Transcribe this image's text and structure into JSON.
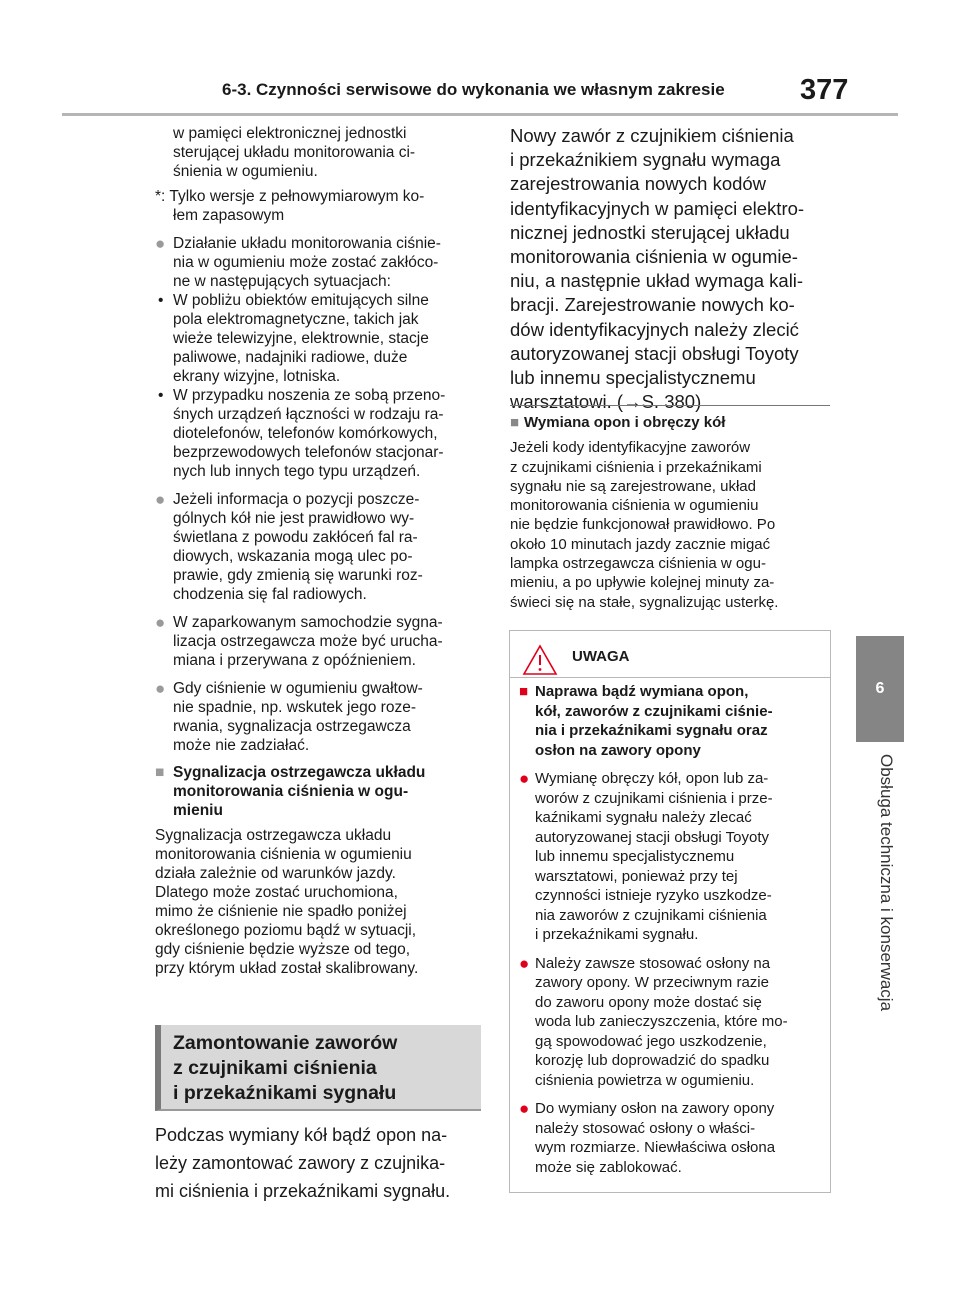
{
  "header": {
    "title": "6-3. Czynności serwisowe do wykonania we własnym zakresie",
    "page_number": "377"
  },
  "side_tab": {
    "number": "6",
    "label": "Obsługa techniczna i konserwacja"
  },
  "left": {
    "cont_lines": [
      "w pamięci elektronicznej jednostki",
      "sterującej układu monitorowania ci-",
      "śnienia w ogumieniu."
    ],
    "note_lines": [
      "*: Tylko wersje z pełnowymiarowym ko-",
      "łem zapasowym"
    ],
    "b1_lines": [
      "Działanie układu monitorowania ciśnie-",
      "nia w ogumieniu może zostać zakłóco-",
      "ne w następujących sytuacjach:"
    ],
    "sub1_lines": [
      "W pobliżu obiektów emitujących silne",
      "pola elektromagnetyczne, takich jak",
      "wieże telewizyjne, elektrownie, stacje",
      "paliwowe, nadajniki radiowe, duże",
      "ekrany wizyjne, lotniska."
    ],
    "sub2_lines": [
      "W przypadku noszenia ze sobą przeno-",
      "śnych urządzeń łączności w rodzaju ra-",
      "diotelefonów, telefonów komórkowych,",
      "bezprzewodowych telefonów stacjonar-",
      "nych lub innych tego typu urządzeń."
    ],
    "b2_lines": [
      "Jeżeli informacja o pozycji poszcze-",
      "gólnych kół nie jest prawidłowo wy-",
      "świetlana z powodu zakłóceń fal ra-",
      "diowych, wskazania mogą ulec po-",
      "prawie, gdy zmienią się warunki roz-",
      "chodzenia się fal radiowych."
    ],
    "b3_lines": [
      "W zaparkowanym samochodzie sygna-",
      "lizacja ostrzegawcza może być urucha-",
      "miana i przerywana z opóźnieniem."
    ],
    "b4_lines": [
      "Gdy ciśnienie w ogumieniu gwałtow-",
      "nie spadnie, np. wskutek jego roze-",
      "rwania, sygnalizacja ostrzegawcza",
      "może nie zadziałać."
    ],
    "sec_lines": [
      "Sygnalizacja ostrzegawcza układu",
      "monitorowania ciśnienia w ogu-",
      "mieniu"
    ],
    "para_lines": [
      "Sygnalizacja ostrzegawcza układu",
      "monitorowania ciśnienia w ogumieniu",
      "działa zależnie od warunków jazdy.",
      "Dlatego może zostać uruchomiona,",
      "mimo że ciśnienie nie spadło poniżej",
      "określonego poziomu bądź w sytuacji,",
      "gdy ciśnienie będzie wyższe od tego,",
      "przy którym układ został skalibrowany."
    ],
    "banner_lines": [
      "Zamontowanie zaworów",
      "z czujnikami ciśnienia",
      "i przekaźnikami sygnału"
    ],
    "install_lines": [
      "Podczas wymiany kół bądź opon na-",
      "leży zamontować zawory z czujnika-",
      "mi ciśnienia i przekaźnikami sygnału."
    ]
  },
  "right": {
    "top_lines": [
      "Nowy zawór z czujnikiem ciśnienia",
      "i przekaźnikiem sygnału wymaga",
      "zarejestrowania nowych kodów",
      "identyfikacyjnych w pamięci elektro-",
      "nicznej jednostki sterującej układu",
      "monitorowania ciśnienia w ogumie-",
      "niu, a następnie układ wymaga kali-",
      "bracji. Zarejestrowanie nowych ko-",
      "dów identyfikacyjnych należy zlecić",
      "autoryzowanej stacji obsługi Toyoty",
      "lub innemu specjalistycznemu",
      "warsztatowi. (→S. 380)"
    ],
    "sec_heading": "Wymiana opon i obręczy kół",
    "sec_lines": [
      "Jeżeli kody identyfikacyjne zaworów",
      "z czujnikami ciśnienia i przekaźnikami",
      "sygnału nie są zarejestrowane, układ",
      "monitorowania ciśnienia w ogumieniu",
      "nie będzie funkcjonował prawidłowo. Po",
      "około 10 minutach jazdy zacznie migać",
      "lampka ostrzegawcza ciśnienia w ogu-",
      "mieniu, a po upływie kolejnej minuty za-",
      "świeci się na stałe, sygnalizując usterkę."
    ]
  },
  "warning": {
    "title": "UWAGA",
    "head_lines": [
      "Naprawa bądź wymiana opon,",
      "kół, zaworów z czujnikami ciśnie-",
      "nia i przekaźnikami sygnału oraz",
      "osłon na zawory opony"
    ],
    "w1_lines": [
      "Wymianę obręczy kół, opon lub za-",
      "worów z czujnikami ciśnienia i prze-",
      "kaźnikami sygnału należy zlecać",
      "autoryzowanej stacji obsługi Toyoty",
      "lub innemu specjalistycznemu",
      "warsztatowi, ponieważ przy tej",
      "czynności istnieje ryzyko uszkodze-",
      "nia zaworów z czujnikami ciśnienia",
      "i przekaźnikami sygnału."
    ],
    "w2_lines": [
      "Należy zawsze stosować osłony na",
      "zawory opony. W przeciwnym razie",
      "do zaworu opony może dostać się",
      "woda lub zanieczyszczenia, które mo-",
      "gą spowodować jego uszkodzenie,",
      "korozję lub doprowadzić do spadku",
      "ciśnienia powietrza w ogumieniu."
    ],
    "w3_lines": [
      "Do wymiany osłon na zawory opony",
      "należy stosować osłony o właści-",
      "wym rozmiarze. Niewłaściwa osłona",
      "może się zablokować."
    ]
  },
  "colors": {
    "accent_red": "#e0001b",
    "tab_gray": "#858585",
    "banner_gray": "#d8d8d8"
  }
}
